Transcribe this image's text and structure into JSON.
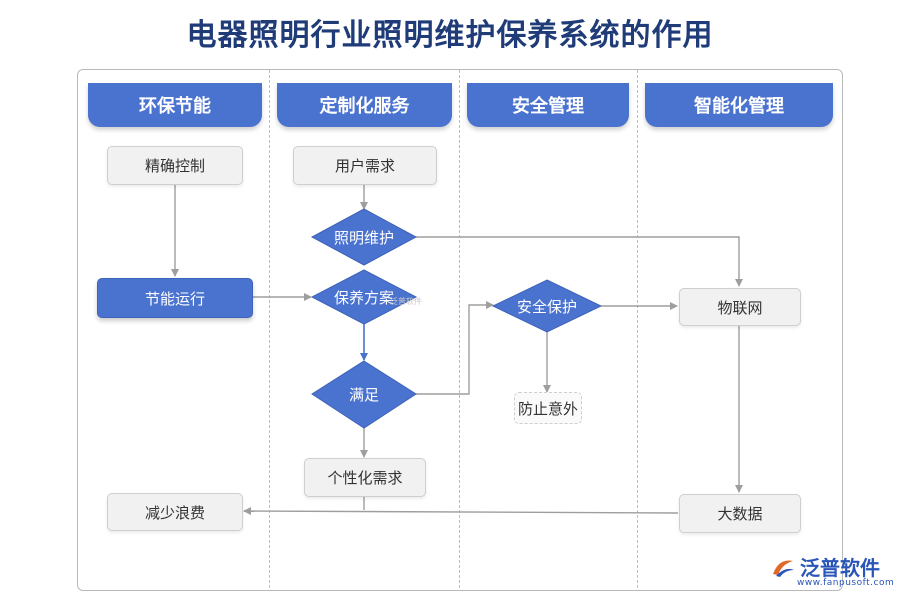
{
  "title": "电器照明行业照明维护保养系统的作用",
  "lanes": [
    "环保节能",
    "定制化服务",
    "安全管理",
    "智能化管理"
  ],
  "nodes": {
    "precise_control": "精确控制",
    "energy_operation": "节能运行",
    "reduce_waste": "减少浪费",
    "user_demand": "用户需求",
    "lighting_maintenance": "照明维护",
    "maintenance_plan": "保养方案",
    "satisfy": "满足",
    "personal_demand": "个性化需求",
    "safety_protection": "安全保护",
    "prevent_accident": "防止意外",
    "iot": "物联网",
    "big_data": "大数据"
  },
  "watermark": "泛普软件",
  "brand": {
    "name": "泛普软件",
    "url": "www.fanpusoft.com"
  },
  "colors": {
    "accent": "#4a72cf",
    "title": "#1f3c78",
    "line": "#9e9e9e"
  }
}
